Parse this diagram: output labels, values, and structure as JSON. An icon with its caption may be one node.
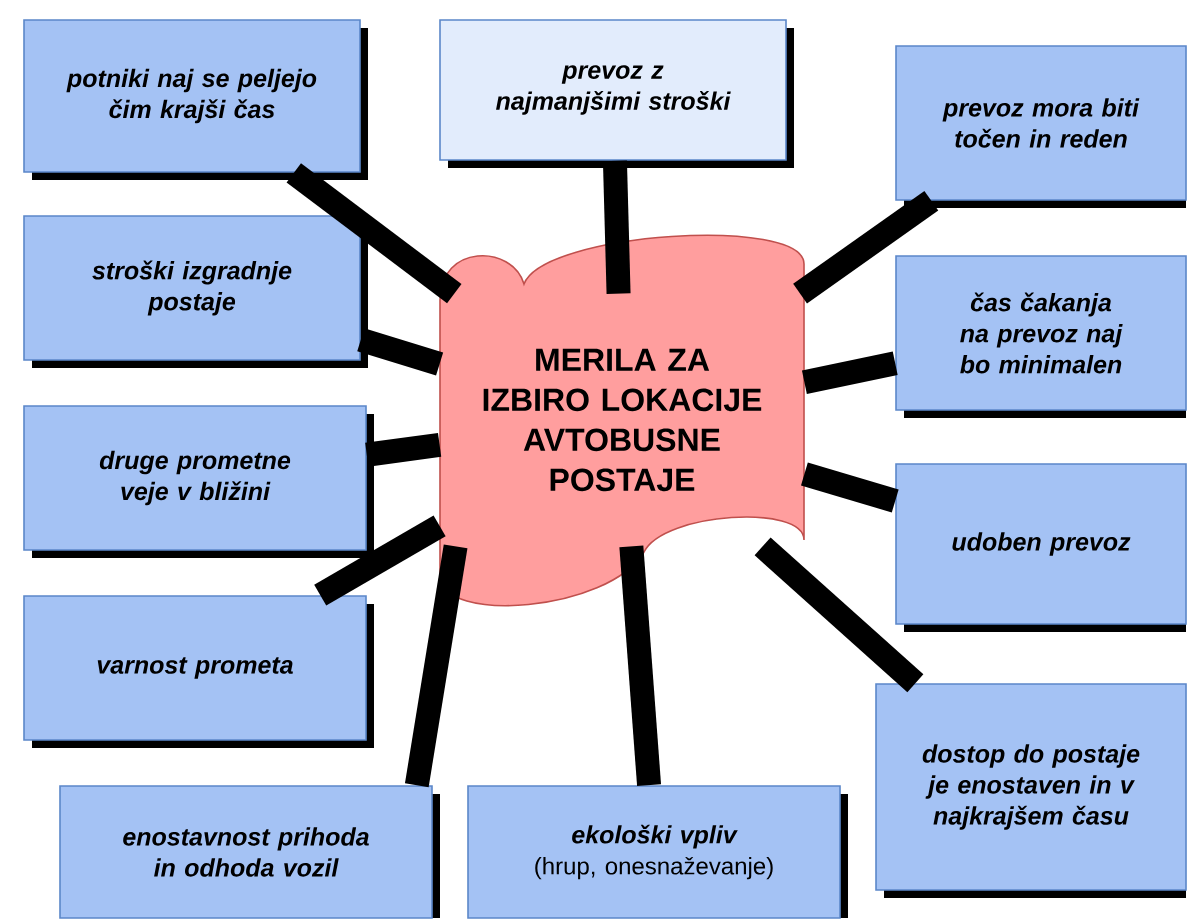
{
  "diagram": {
    "nodes": [
      {
        "text": [
          "potniki naj se peljejo  čim krajši čas"
        ]
      },
      {
        "text": [
          "prevoz z najmanjšimi stroški"
        ]
      },
      {
        "text": [
          "prevoz mora biti točen in reden"
        ]
      },
      {
        "text": [
          "stroški izgradnje postaje"
        ]
      },
      {
        "text": [
          "MERILA ZA IZBIRO LOKACIJE AVTOBUSNE POSTAJE"
        ]
      },
      {
        "text": [
          "čas čakanja na prevoz naj bo minimalen"
        ]
      },
      {
        "text": [
          "druge prometne veje v bližini"
        ]
      },
      {
        "text": [
          "udoben prevoz"
        ]
      },
      {
        "text": [
          "varnost prometa"
        ]
      },
      {
        "text": [
          "dostop do postaje je enostaven in v najkrajšem času"
        ]
      },
      {
        "text": [
          "enostavnost prihoda in odhoda vozil"
        ]
      },
      {
        "text": [
          "ekološki vpliv",
          "(hrup, onesnaževanje)"
        ]
      }
    ],
    "edges": [
      {
        "from": 4,
        "to": 0,
        "arrow": "none"
      },
      {
        "from": 4,
        "to": 1,
        "arrow": "none"
      },
      {
        "from": 4,
        "to": 2,
        "arrow": "none"
      },
      {
        "from": 4,
        "to": 3,
        "arrow": "none"
      },
      {
        "from": 4,
        "to": 5,
        "arrow": "none"
      },
      {
        "from": 4,
        "to": 6,
        "arrow": "none"
      },
      {
        "from": 4,
        "to": 7,
        "arrow": "none"
      },
      {
        "from": 4,
        "to": 8,
        "arrow": "none"
      },
      {
        "from": 4,
        "to": 9,
        "arrow": "none"
      },
      {
        "from": 4,
        "to": 10,
        "arrow": "none"
      },
      {
        "from": 4,
        "to": 11,
        "arrow": "none"
      }
    ]
  }
}
